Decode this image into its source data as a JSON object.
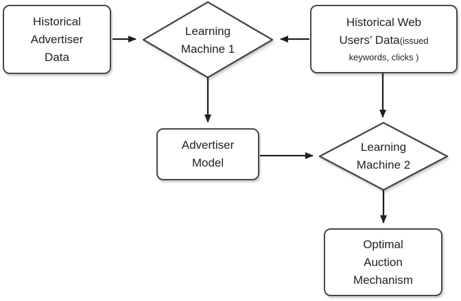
{
  "colors": {
    "background": "#ffffff",
    "node_fill": "#ffffff",
    "node_border": "#464646",
    "arrow": "#1f1f1f",
    "text": "#1f1f1f"
  },
  "nodes": {
    "historical_advertiser_data": {
      "lines": [
        "Historical",
        "Advertiser",
        "Data"
      ]
    },
    "learning_machine_1": {
      "lines": [
        "Learning",
        "Machine 1"
      ]
    },
    "historical_web_users_data": {
      "line1": "Historical Web",
      "line2_main": "Users’ Data",
      "line2_paren": "(issued",
      "line3": "keywords, clicks )"
    },
    "advertiser_model": {
      "lines": [
        "Advertiser",
        "Model"
      ]
    },
    "learning_machine_2": {
      "lines": [
        "Learning",
        "Machine 2"
      ]
    },
    "optimal_auction_mechanism": {
      "lines": [
        "Optimal",
        "Auction",
        "Mechanism"
      ]
    }
  },
  "edges": [
    {
      "from": "historical_advertiser_data",
      "to": "learning_machine_1"
    },
    {
      "from": "historical_web_users_data",
      "to": "learning_machine_1"
    },
    {
      "from": "learning_machine_1",
      "to": "advertiser_model"
    },
    {
      "from": "historical_web_users_data",
      "to": "learning_machine_2"
    },
    {
      "from": "advertiser_model",
      "to": "learning_machine_2"
    },
    {
      "from": "learning_machine_2",
      "to": "optimal_auction_mechanism"
    }
  ]
}
